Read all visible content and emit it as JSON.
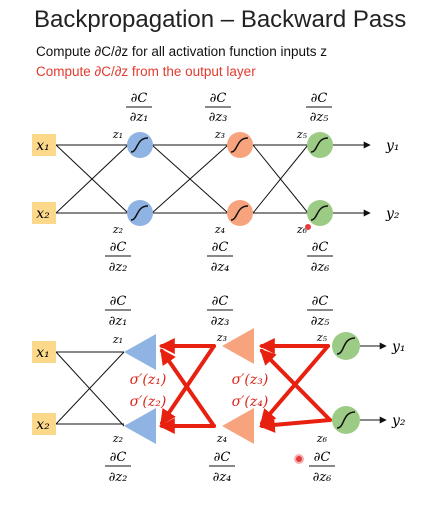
{
  "title": "Backpropagation – Backward Pass",
  "subtitle_1": "Compute ∂C/∂z for all activation function inputs z",
  "subtitle_2": "Compute ∂C/∂z from the output layer",
  "colors": {
    "input_box": "#fcd98a",
    "layer1": "#8fb3e2",
    "layer2": "#f7a37e",
    "layer3": "#9ccb86",
    "arrow": "#e8200f",
    "sigma_text": "#d8241a",
    "pointer": "#e23c3c"
  },
  "top_network": {
    "inputs": [
      "x₁",
      "x₂"
    ],
    "z_labels": [
      "z₁",
      "z₂",
      "z₃",
      "z₄",
      "z₅",
      "z₆"
    ],
    "outputs": [
      "y₁",
      "y₂"
    ],
    "gradients": {
      "numerator": "∂C",
      "g1": "∂z₁",
      "g2": "∂z₂",
      "g3": "∂z₃",
      "g4": "∂z₄",
      "g5": "∂z₅",
      "g6": "∂z₆"
    }
  },
  "bottom_network": {
    "inputs": [
      "x₁",
      "x₂"
    ],
    "z_labels": [
      "z₁",
      "z₂",
      "z₃",
      "z₄",
      "z₅",
      "z₆"
    ],
    "outputs": [
      "y₁",
      "y₂"
    ],
    "sigma_labels": [
      "σ′(z₁)",
      "σ′(z₂)",
      "σ′(z₃)",
      "σ′(z₄)"
    ],
    "gradients": {
      "numerator": "∂C",
      "g1": "∂z₁",
      "g2": "∂z₂",
      "g3": "∂z₃",
      "g4": "∂z₄",
      "g5": "∂z₅",
      "g6": "∂z₆"
    }
  }
}
